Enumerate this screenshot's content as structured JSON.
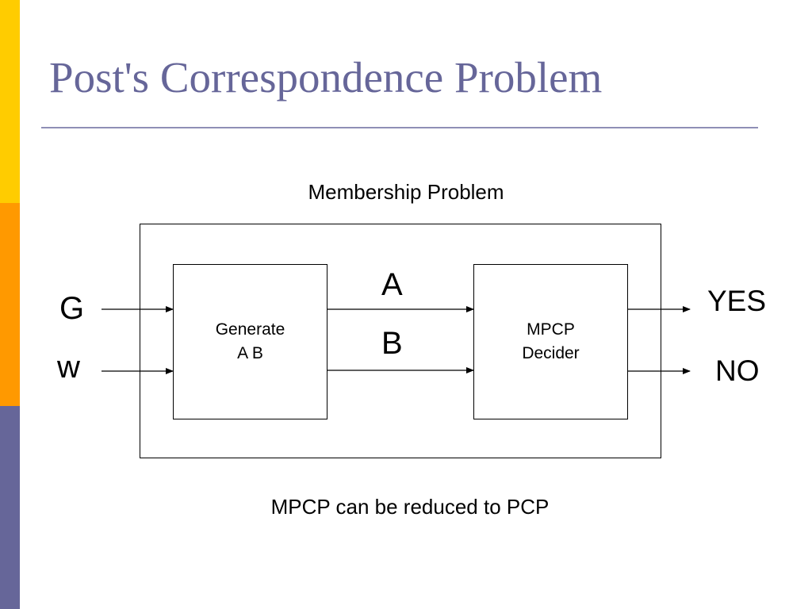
{
  "slide": {
    "title": "Post's Correspondence Problem",
    "accent_color": "#666699",
    "sidebar_colors": [
      "#ffcc00",
      "#ff9900",
      "#666699"
    ]
  },
  "diagram": {
    "heading": "Membership Problem",
    "caption": "MPCP can be reduced to PCP",
    "inputs": [
      "G",
      "w"
    ],
    "generator": {
      "line1": "Generate",
      "line2": "A B"
    },
    "signals": [
      "A",
      "B"
    ],
    "decider": {
      "line1": "MPCP",
      "line2": "Decider"
    },
    "outputs": [
      "YES",
      "NO"
    ]
  }
}
